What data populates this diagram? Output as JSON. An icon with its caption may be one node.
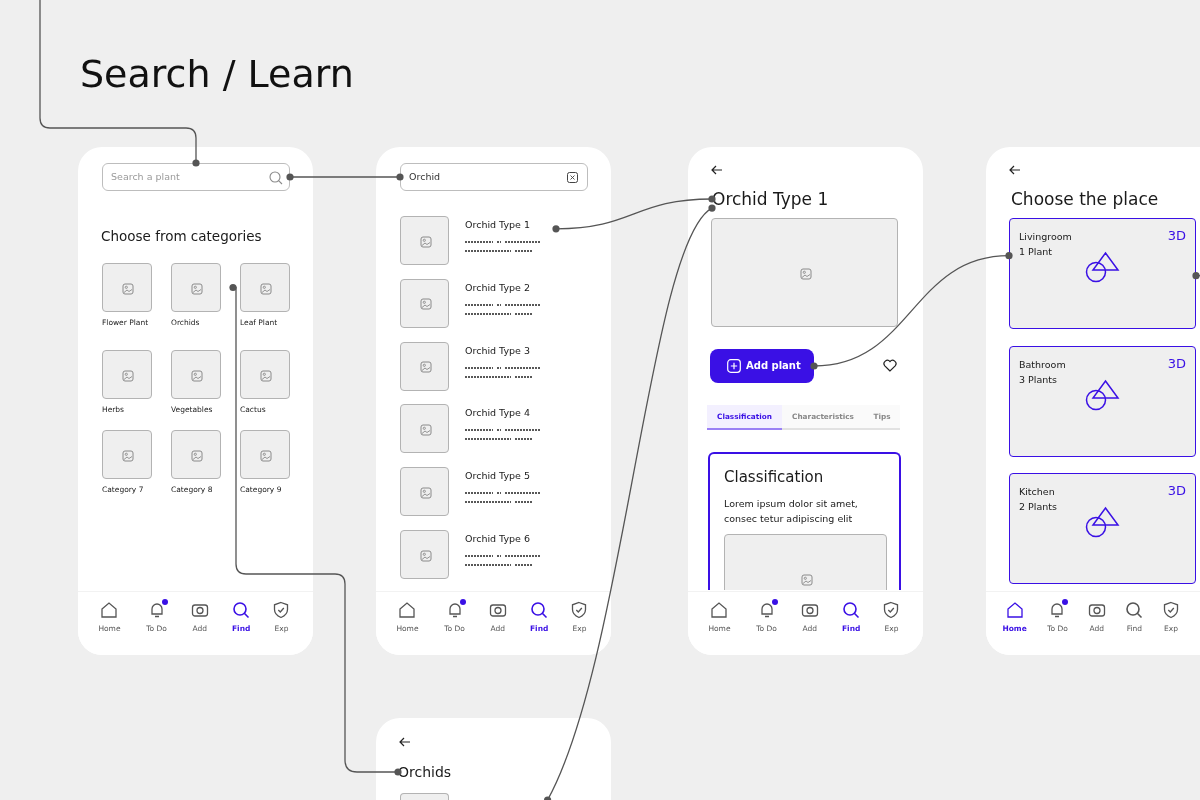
{
  "diagram": {
    "title": "Search / Learn",
    "nodes": [
      {
        "text": [],
        "shape": "box"
      },
      {
        "text": [
          "Search a plant"
        ],
        "in": 0
      },
      {
        "text": [
          "Flower Plant"
        ],
        "in": 0
      },
      {
        "text": [
          "Orchids"
        ],
        "in": 0
      },
      {
        "text": [
          "Leaf Plant"
        ],
        "in": 0
      },
      {
        "text": [
          "Herbs"
        ],
        "in": 0
      },
      {
        "text": [
          "Vegetables"
        ],
        "in": 0
      },
      {
        "text": [
          "Cactus"
        ],
        "in": 0
      },
      {
        "text": [
          "Category 7"
        ],
        "in": 0
      },
      {
        "text": [
          "Category 8"
        ],
        "in": 0
      },
      {
        "text": [
          "Category 9"
        ],
        "in": 0
      },
      {
        "text": [],
        "shape": "box"
      },
      {
        "text": [
          "Orchid"
        ],
        "in": 11
      },
      {
        "text": [
          "Orchid Type 1"
        ],
        "in": 11
      },
      {
        "text": [
          "Orchid Type 2"
        ],
        "in": 11
      },
      {
        "text": [
          "Orchid Type 3"
        ],
        "in": 11
      },
      {
        "text": [
          "Orchid Type 4"
        ],
        "in": 11
      },
      {
        "text": [
          "Orchid Type 5"
        ],
        "in": 11
      },
      {
        "text": [
          "Orchid Type 6"
        ],
        "in": 11
      },
      {
        "text": [],
        "shape": "box"
      },
      {
        "text": [
          "Orchid Type 1"
        ],
        "in": 19
      },
      {
        "text": [
          "Add plant"
        ],
        "in": 19
      },
      {
        "text": [
          "Classification",
          "Lorem ipsum dolor sit amet, consec tetur adipiscing elit"
        ],
        "in": 19
      },
      {
        "text": [],
        "shape": "box"
      },
      {
        "text": [
          "Livingroom",
          "1 Plant",
          "3D"
        ],
        "in": 23
      },
      {
        "text": [
          "Bathroom",
          "3 Plants",
          "3D"
        ],
        "in": 23
      },
      {
        "text": [
          "Kitchen",
          "2 Plants",
          "3D"
        ],
        "in": 23
      },
      {
        "text": [],
        "shape": "box"
      },
      {
        "text": [
          "Orchids"
        ],
        "in": 27
      },
      {
        "text": [],
        "shape": "box",
        "in": 27
      }
    ],
    "edges": [
      {
        "from": null,
        "to": 1,
        "arrow": "other"
      },
      {
        "from": 1,
        "to": 12,
        "arrow": "other"
      },
      {
        "from": 3,
        "to": 28,
        "arrow": "other"
      },
      {
        "from": 13,
        "to": 20,
        "arrow": "other"
      },
      {
        "from": 27,
        "to": 20,
        "arrow": "other"
      },
      {
        "from": 21,
        "to": 24,
        "arrow": "other"
      },
      {
        "from": 24,
        "to": null,
        "arrow": "other"
      }
    ],
    "labels": [
      "Choose from categories",
      "Home",
      "To Do",
      "Add",
      "Find",
      "Exp",
      "Home",
      "To Do",
      "Add",
      "Find",
      "Exp",
      "Classification",
      "Characteristics",
      "Tips",
      "Home",
      "To Do",
      "Add",
      "Find",
      "Exp",
      "Choose the place",
      "Home",
      "To Do",
      "Add",
      "Find",
      "Exp"
    ]
  }
}
